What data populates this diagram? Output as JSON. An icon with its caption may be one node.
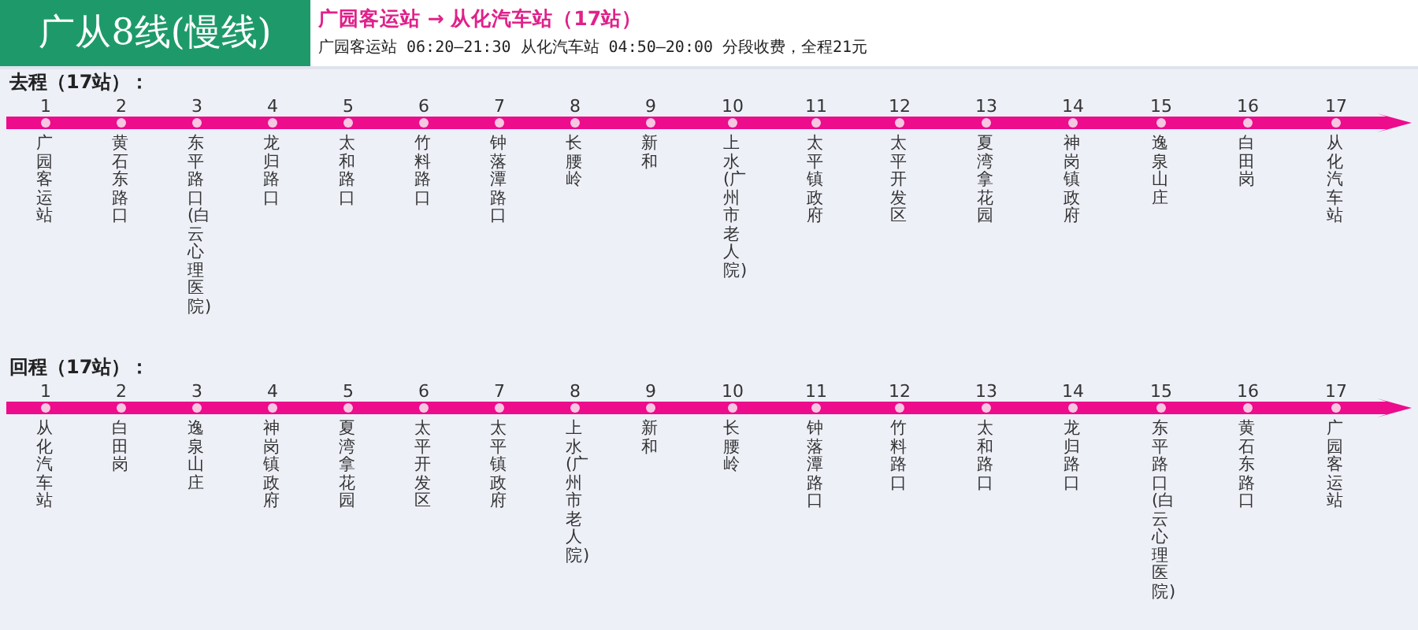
{
  "diagram": {
    "labels": [
      "广从8线(慢线)",
      "广园客运站 → 从化汽车站（17站）",
      "广园客运站 06:20—21:30 从化汽车站 04:50—20:00 分段收费，全程21元",
      "去程（17站）：",
      "1",
      "2",
      "3",
      "4",
      "5",
      "6",
      "7",
      "8",
      "9",
      "10",
      "11",
      "12",
      "13",
      "14",
      "15",
      "16",
      "17",
      "广园客运站",
      "黄石东路口",
      "东平路口(白云心理医院)",
      "龙归路口",
      "太和路口",
      "竹料路口",
      "钟落潭路口",
      "长腰岭",
      "新和",
      "上水(广州市老人院)",
      "太平镇政府",
      "太平开发区",
      "夏湾拿花园",
      "神岗镇政府",
      "逸泉山庄",
      "白田岗",
      "从化汽车站",
      "回程（17站）：",
      "1",
      "2",
      "3",
      "4",
      "5",
      "6",
      "7",
      "8",
      "9",
      "10",
      "11",
      "12",
      "13",
      "14",
      "15",
      "16",
      "17",
      "从化汽车站",
      "白田岗",
      "逸泉山庄",
      "神岗镇政府",
      "夏湾拿花园",
      "太平开发区",
      "太平镇政府",
      "上水(广州市老人院)",
      "新和",
      "长腰岭",
      "钟落潭路口",
      "竹料路口",
      "太和路口",
      "龙归路口",
      "东平路口(白云心理医院)",
      "黄石东路口",
      "广园客运站"
    ]
  }
}
